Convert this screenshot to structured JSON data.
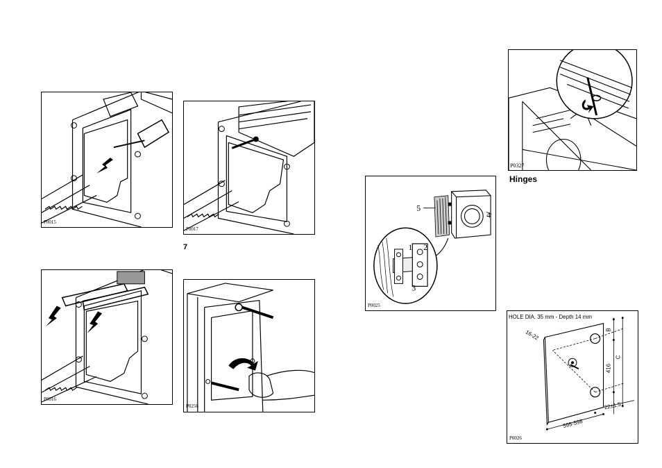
{
  "figures": {
    "fig1": {
      "code": "P0015"
    },
    "fig2": {
      "code": "P0017"
    },
    "fig3": {
      "code": "P0016"
    },
    "fig4": {
      "code": "P0256"
    },
    "fig5": {
      "code": "P0327"
    },
    "fig6": {
      "code": "P0025",
      "callouts": [
        "5",
        "4",
        "1",
        "2",
        "3"
      ]
    },
    "fig7": {
      "code": "P0026",
      "hole_label": "HOLE DIA. 35 mm - Depth 14 mm",
      "dims": {
        "top_offset": "16-22",
        "b": "B",
        "height": "416",
        "c": "C",
        "side": "22±1.5",
        "width": "595-598"
      }
    }
  },
  "step_number": "7",
  "hinges_heading": "Hinges"
}
